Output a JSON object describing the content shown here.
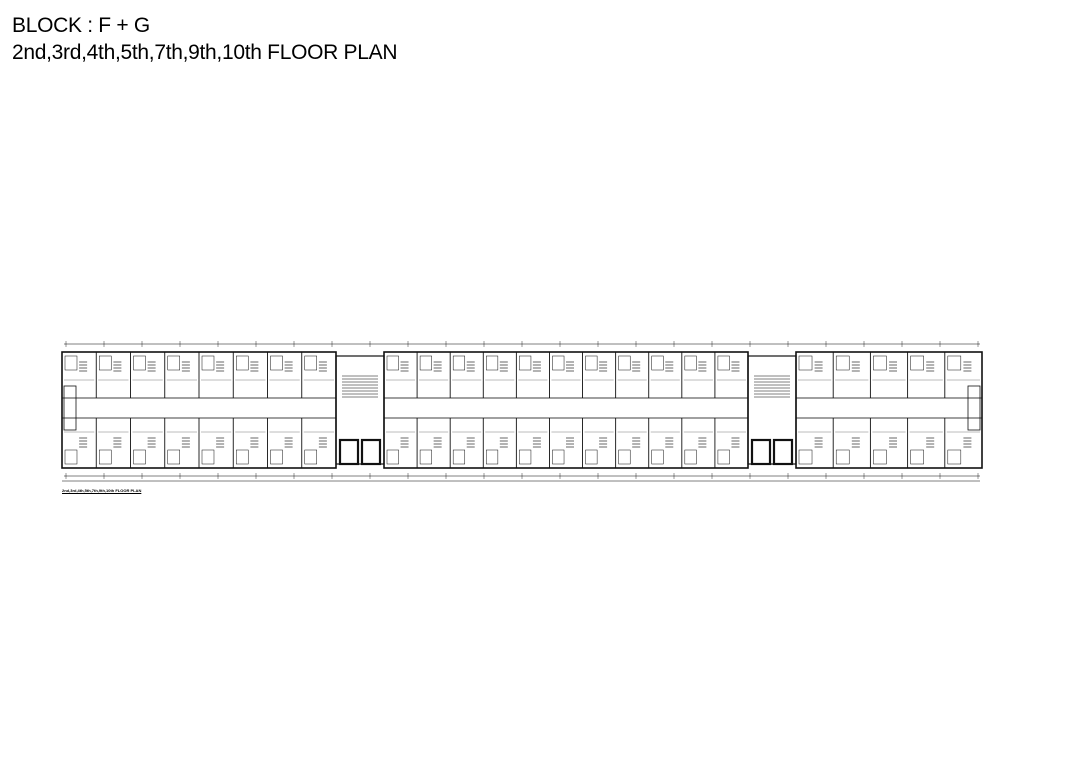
{
  "drawing": {
    "title_line1": "BLOCK : F + G",
    "title_line2": "2nd,3rd,4th,5th,7th,9th,10th FLOOR PLAN",
    "caption": "2nd,3rd,4th,5th,7th,9th,10th FLOOR PLAN"
  },
  "colors": {
    "ink": "#000000",
    "paper": "#ffffff",
    "wall": "#111111",
    "fine_line": "#555555"
  }
}
